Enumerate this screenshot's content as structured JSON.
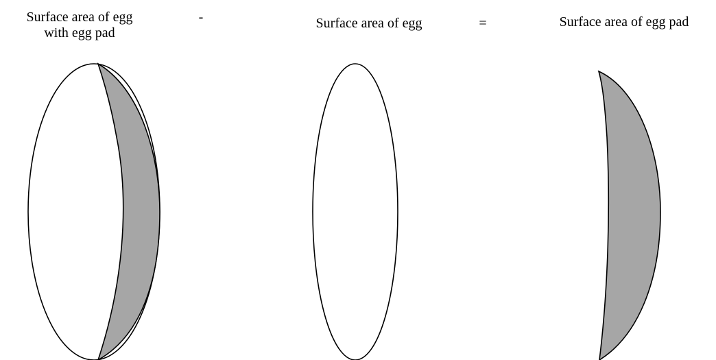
{
  "labels": {
    "egg_with_pad_line1": "Surface area of egg",
    "egg_with_pad_line2": "with egg pad",
    "minus_sign": "-",
    "egg_only": "Surface area of egg",
    "equals_sign": "=",
    "egg_pad": "Surface area of egg pad"
  },
  "colors": {
    "pad_fill": "#a6a6a6",
    "egg_fill": "#ffffff",
    "outline": "#000000"
  }
}
